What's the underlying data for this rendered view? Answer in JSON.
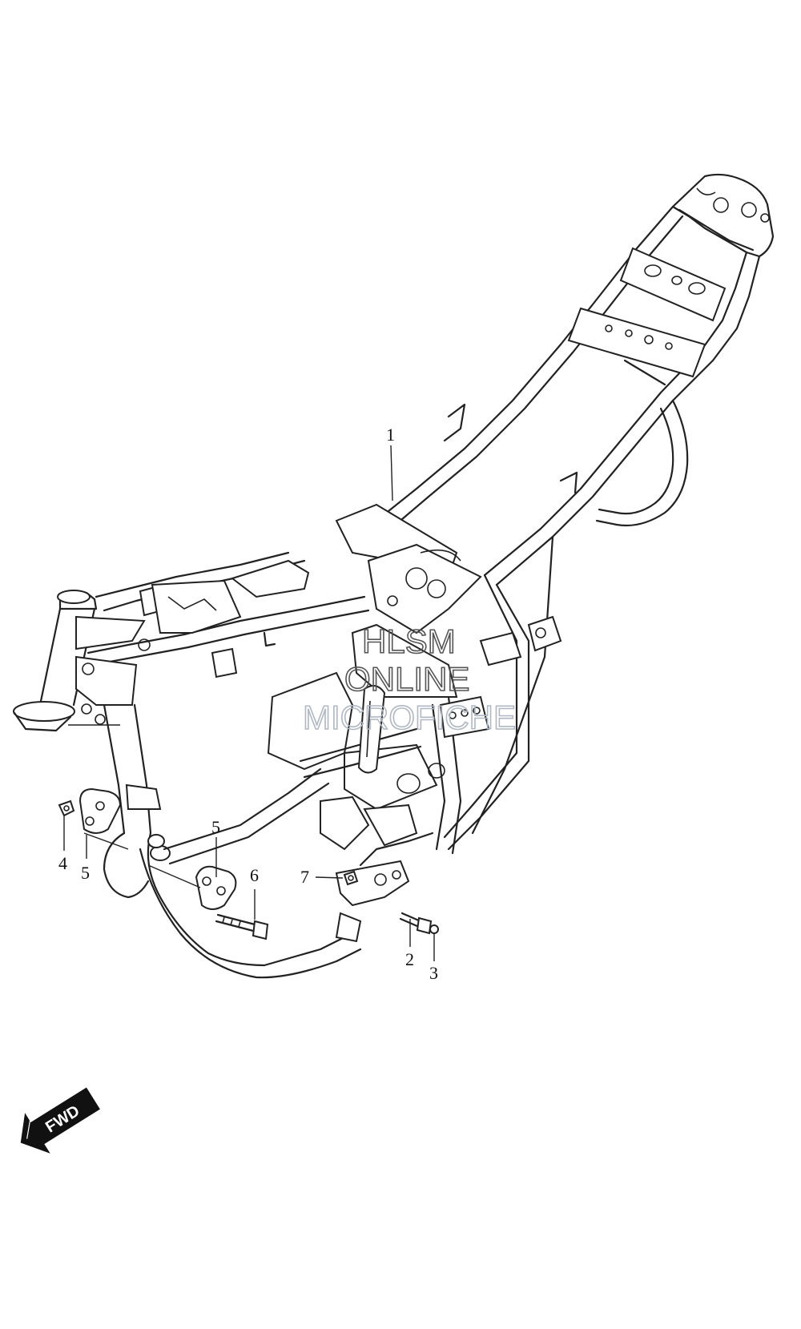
{
  "callouts": [
    {
      "id": "c1",
      "label": "1"
    },
    {
      "id": "c2",
      "label": "2"
    },
    {
      "id": "c3",
      "label": "3"
    },
    {
      "id": "c4",
      "label": "4"
    },
    {
      "id": "c5a",
      "label": "5"
    },
    {
      "id": "c5b",
      "label": "5"
    },
    {
      "id": "c6",
      "label": "6"
    },
    {
      "id": "c7",
      "label": "7"
    }
  ],
  "watermark": {
    "line1": "HLSM",
    "line2": "ONLINE",
    "line3": "MICROFICHE",
    "color_dark": "#555555",
    "color_light": "#b0b8c4"
  },
  "fwd_badge": {
    "label": "FWD",
    "icon": "forward-arrow-icon"
  }
}
